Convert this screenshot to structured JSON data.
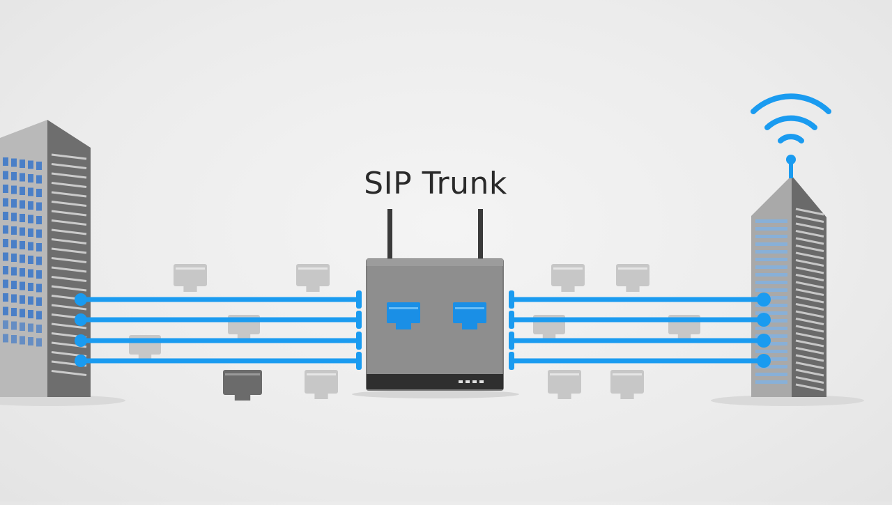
{
  "diagram": {
    "title": "SIP Trunk",
    "colors": {
      "accent": "#1a9bf0",
      "device_body": "#8c8c8c",
      "building_dark": "#6f6f6f",
      "building_light": "#bdbdbd",
      "window_blue": "#4a7fc7",
      "packet_gray": "#c4c4c4",
      "background": "#ececec"
    },
    "nodes": [
      {
        "id": "office-building-left",
        "icon": "office-building-icon"
      },
      {
        "id": "sip-gateway",
        "icon": "router-icon",
        "ports": 2,
        "antennas": 2
      },
      {
        "id": "office-building-right",
        "icon": "office-building-icon",
        "wireless": true
      }
    ],
    "links": [
      {
        "from": "office-building-left",
        "to": "sip-gateway",
        "channels": 4
      },
      {
        "from": "sip-gateway",
        "to": "office-building-right",
        "channels": 4
      }
    ],
    "packets": {
      "icon": "data-packet-icon"
    }
  }
}
